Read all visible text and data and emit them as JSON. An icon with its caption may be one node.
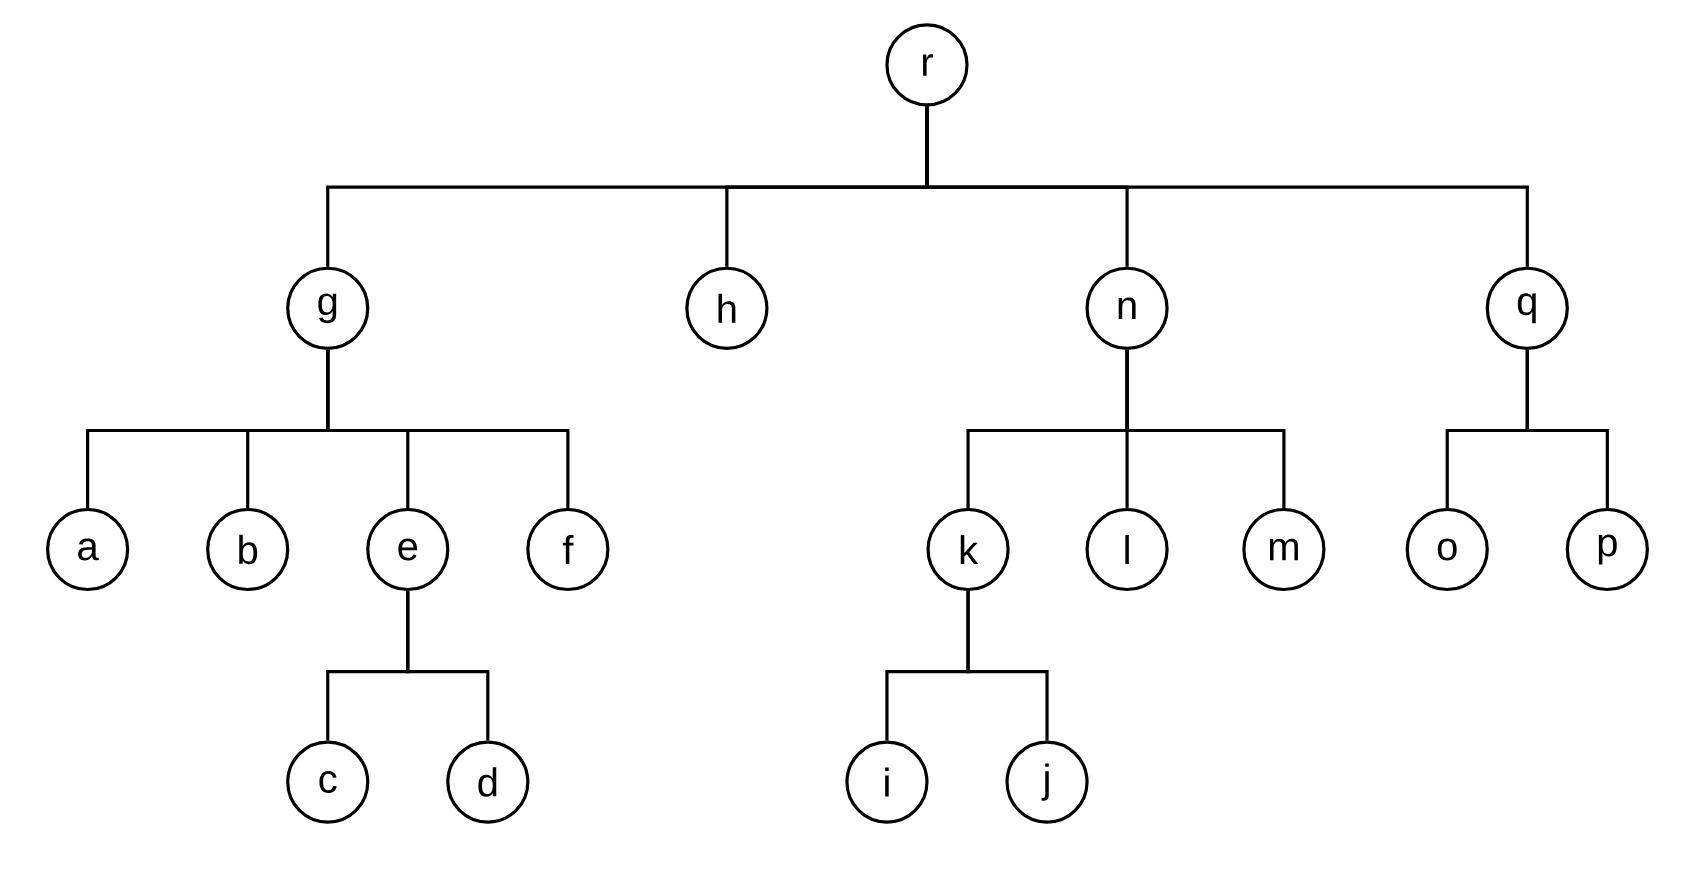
{
  "diagram": {
    "nodes": [
      {
        "text": [
          "r"
        ]
      },
      {
        "text": [
          "g"
        ]
      },
      {
        "text": [
          "h"
        ]
      },
      {
        "text": [
          "n"
        ]
      },
      {
        "text": [
          "q"
        ]
      },
      {
        "text": [
          "a"
        ]
      },
      {
        "text": [
          "b"
        ]
      },
      {
        "text": [
          "e"
        ]
      },
      {
        "text": [
          "f"
        ]
      },
      {
        "text": [
          "k"
        ]
      },
      {
        "text": [
          "l"
        ]
      },
      {
        "text": [
          "m"
        ]
      },
      {
        "text": [
          "o"
        ]
      },
      {
        "text": [
          "p"
        ]
      },
      {
        "text": [
          "c"
        ]
      },
      {
        "text": [
          "d"
        ]
      },
      {
        "text": [
          "i"
        ]
      },
      {
        "text": [
          "j"
        ]
      }
    ],
    "edges": [
      {
        "from": 0,
        "to": 1,
        "arrow": "none"
      },
      {
        "from": 0,
        "to": 2,
        "arrow": "none"
      },
      {
        "from": 0,
        "to": 3,
        "arrow": "none"
      },
      {
        "from": 0,
        "to": 4,
        "arrow": "none"
      },
      {
        "from": 1,
        "to": 5,
        "arrow": "none"
      },
      {
        "from": 1,
        "to": 6,
        "arrow": "none"
      },
      {
        "from": 1,
        "to": 7,
        "arrow": "none"
      },
      {
        "from": 1,
        "to": 8,
        "arrow": "none"
      },
      {
        "from": 3,
        "to": 9,
        "arrow": "none"
      },
      {
        "from": 3,
        "to": 10,
        "arrow": "none"
      },
      {
        "from": 3,
        "to": 11,
        "arrow": "none"
      },
      {
        "from": 4,
        "to": 12,
        "arrow": "none"
      },
      {
        "from": 4,
        "to": 13,
        "arrow": "none"
      },
      {
        "from": 7,
        "to": 14,
        "arrow": "none"
      },
      {
        "from": 7,
        "to": 15,
        "arrow": "none"
      },
      {
        "from": 9,
        "to": 16,
        "arrow": "none"
      },
      {
        "from": 9,
        "to": 17,
        "arrow": "none"
      }
    ]
  }
}
